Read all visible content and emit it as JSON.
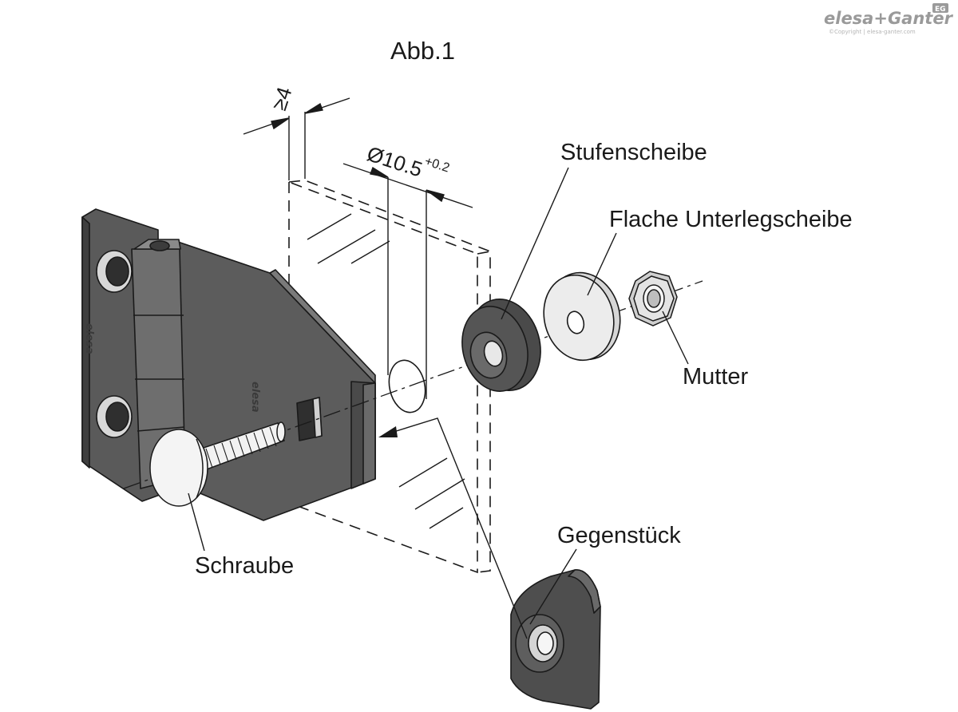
{
  "figure": {
    "title": "Abb.1"
  },
  "dimensions": {
    "panel_thickness_label": "≥4",
    "hole_diameter_label": "Ø10.5",
    "hole_tolerance_label": "+0.2"
  },
  "callouts": {
    "step_washer": "Stufenscheibe",
    "flat_washer": "Flache Unterlegscheibe",
    "nut": "Mutter",
    "counterpart": "Gegenstück",
    "screw": "Schraube"
  },
  "engravings": {
    "hinge_left": "elesa",
    "hinge_right": "elesa"
  },
  "logo": {
    "brand": "elesa+Ganter",
    "copyright": "©Copyright | elesa-ganter.com",
    "badge": "EG"
  },
  "colors": {
    "part_dark": "#5a5a5a",
    "part_shade": "#444444",
    "part_light": "#7a7a7a",
    "steel": "#e6e6e6",
    "line": "#1a1a1a"
  }
}
